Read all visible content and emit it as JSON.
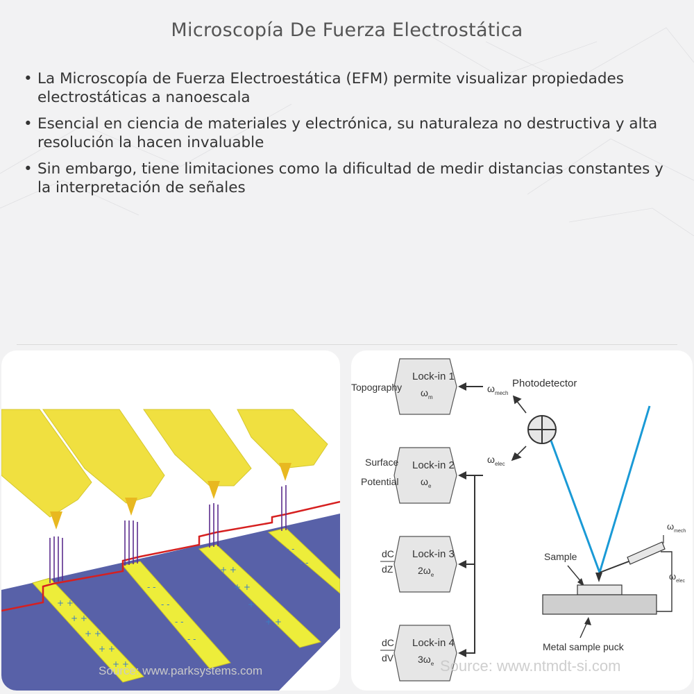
{
  "title": "Microscopía De Fuerza Electrostática",
  "bullets": [
    "La Microscopía de Fuerza Electroestática (EFM) permite visualizar propiedades electrostáticas a nanoescala",
    "Esencial en ciencia de materiales y electrónica, su naturaleza no destructiva y alta resolución la hacen invaluable",
    "Sin embargo, tiene limitaciones como la dificultad de medir distancias constantes y la interpretación de señales"
  ],
  "left_image": {
    "source": "Source: www.parksystems.com",
    "colors": {
      "substrate": "#5861a8",
      "electrode": "#eded3a",
      "cantilever": "#f0e040",
      "field_line": "#5b2d8e",
      "trace": "#d62020"
    }
  },
  "right_image": {
    "source": "Source: www.ntmdt-si.com",
    "rows": [
      {
        "label": [
          "Topography"
        ],
        "box": "Lock-in 1",
        "freq": "ω",
        "sub": "m"
      },
      {
        "label": [
          "Surface",
          "Potential"
        ],
        "box": "Lock-in 2",
        "freq": "ω",
        "sub": "e"
      },
      {
        "label_top": "dC",
        "label_bottom": "dZ",
        "box": "Lock-in 3",
        "freq": "2ω",
        "sub": "e"
      },
      {
        "label_top": "dC",
        "label_bottom": "dV",
        "box": "Lock-in 4",
        "freq": "3ω",
        "sub": "e"
      }
    ],
    "omega_mech_1": "ω",
    "omega_mech_sub": "mech",
    "omega_elec": "ω",
    "omega_elec_sub": "elec",
    "photodetector": "Photodetector",
    "sample": "Sample",
    "puck": "Metal sample puck",
    "omega_mech_2": "ω",
    "omega_mech_2_sub": "mech",
    "omega_elec_2": "ω",
    "omega_elec_2_sub": "elec",
    "colors": {
      "laser": "#1a9ad6",
      "box": "#e6e6e6",
      "ink": "#333333"
    }
  }
}
